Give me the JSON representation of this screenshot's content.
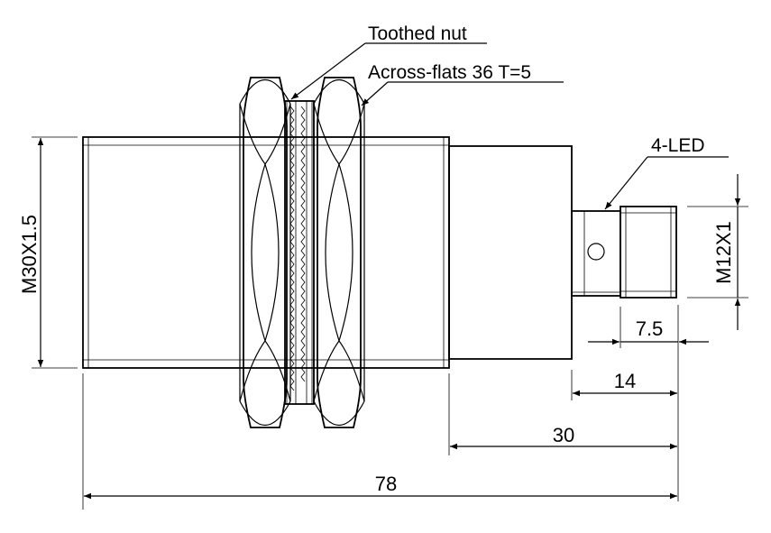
{
  "callouts": {
    "toothed_nut": "Toothed nut",
    "across_flats": "Across-flats 36 T=5",
    "led": "4-LED"
  },
  "dimensions": {
    "thread_main": "M30X1.5",
    "thread_connector": "M12X1",
    "connector_length": "7.5",
    "rear_length": "14",
    "thread_free_length": "30",
    "overall_length": "78"
  },
  "colors": {
    "line": "#000000",
    "background": "#ffffff"
  }
}
